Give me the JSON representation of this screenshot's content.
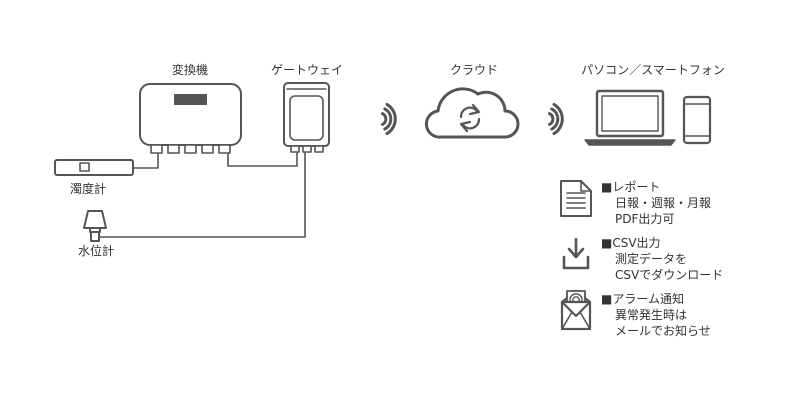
{
  "labels": {
    "converter": "変換機",
    "gateway": "ゲートウェイ",
    "cloud": "クラウド",
    "devices": "パソコン／スマートフォン",
    "turbidity": "濁度計",
    "water_level": "水位計"
  },
  "features": [
    {
      "icon": "report-document-icon",
      "lines": [
        "■レポート",
        "日報・週報・月報",
        "PDF出力可"
      ]
    },
    {
      "icon": "download-icon",
      "lines": [
        "■CSV出力",
        "測定データを",
        "CSVでダウンロード"
      ]
    },
    {
      "icon": "mail-alert-icon",
      "lines": [
        "■アラーム通知",
        "異常発生時は",
        "メールでお知らせ"
      ]
    }
  ],
  "colors": {
    "stroke": "#555555",
    "fill_dark": "#555555",
    "fill_light": "#ffffff"
  }
}
